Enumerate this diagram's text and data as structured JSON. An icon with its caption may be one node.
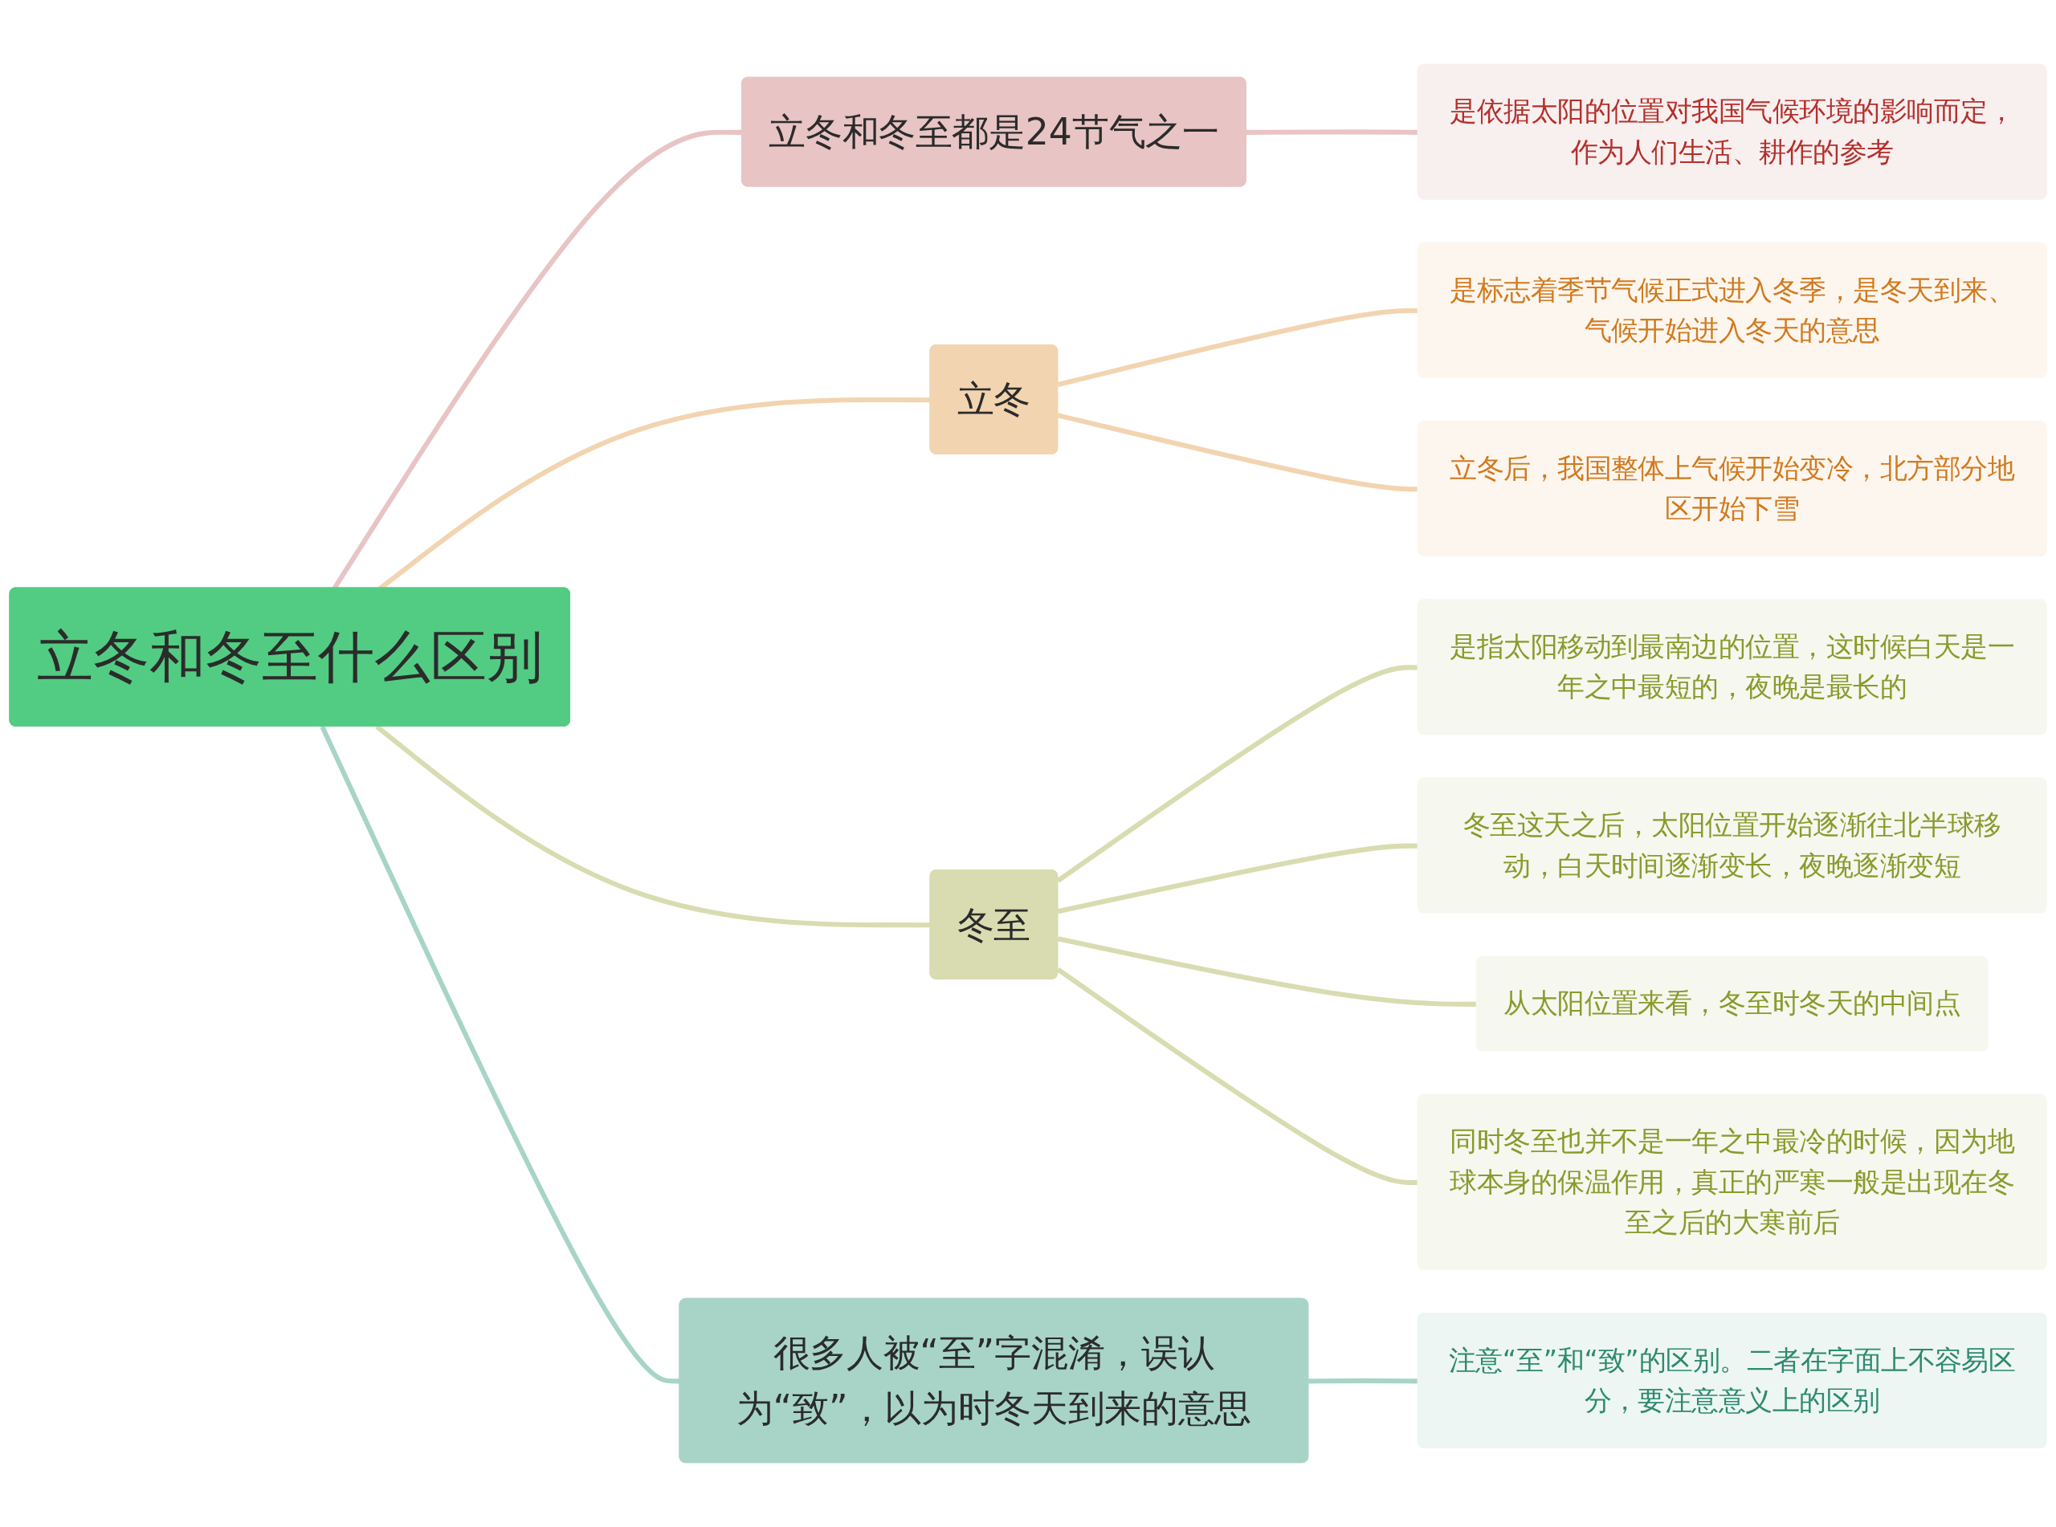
{
  "diagram": {
    "nodes": [
      {
        "text": [
          "立冬和冬至什么区别"
        ]
      },
      {
        "text": [
          "立冬和冬至都是24节气之一"
        ]
      },
      {
        "text": [
          "是依据太阳的位置对我国气候环境的影响而定，作为人们生活、耕作的参考"
        ]
      },
      {
        "text": [
          "立冬"
        ]
      },
      {
        "text": [
          "是标志着季节气候正式进入冬季，是冬天到来、气候开始进入冬天的意思"
        ]
      },
      {
        "text": [
          "立冬后，我国整体上气候开始变冷，北方部分地区开始下雪"
        ]
      },
      {
        "text": [
          "冬至"
        ]
      },
      {
        "text": [
          "是指太阳移动到最南边的位置，这时候白天是一年之中最短的，夜晚是最长的"
        ]
      },
      {
        "text": [
          "冬至这天之后，太阳位置开始逐渐往北半球移动，白天时间逐渐变长，夜晚逐渐变短"
        ]
      },
      {
        "text": [
          "从太阳位置来看，冬至时冬天的中间点"
        ]
      },
      {
        "text": [
          "同时冬至也并不是一年之中最冷的时候，因为地球本身的保温作用，真正的严寒一般是出现在冬至之后的大寒前后"
        ]
      },
      {
        "text": [
          "很多人被“至”字混淆，误认为“致”，以为时冬天到来的意思"
        ]
      },
      {
        "text": [
          "注意“至”和“致”的区别。二者在字面上不容易区分，要注意意义上的区别"
        ]
      }
    ],
    "edges": [
      {
        "from": 0,
        "to": 1,
        "arrow": "none",
        "color": "#e8c4c4"
      },
      {
        "from": 1,
        "to": 2,
        "arrow": "none",
        "color": "#e8c4c4"
      },
      {
        "from": 0,
        "to": 3,
        "arrow": "none",
        "color": "#f2d4b0"
      },
      {
        "from": 3,
        "to": 4,
        "arrow": "none",
        "color": "#f2d4b0"
      },
      {
        "from": 3,
        "to": 5,
        "arrow": "none",
        "color": "#f2d4b0"
      },
      {
        "from": 0,
        "to": 6,
        "arrow": "none",
        "color": "#d8dcb0"
      },
      {
        "from": 6,
        "to": 7,
        "arrow": "none",
        "color": "#d8dcb0"
      },
      {
        "from": 6,
        "to": 8,
        "arrow": "none",
        "color": "#d8dcb0"
      },
      {
        "from": 6,
        "to": 9,
        "arrow": "none",
        "color": "#d8dcb0"
      },
      {
        "from": 6,
        "to": 10,
        "arrow": "none",
        "color": "#d8dcb0"
      },
      {
        "from": 0,
        "to": 11,
        "arrow": "none",
        "color": "#a8d4c8"
      },
      {
        "from": 11,
        "to": 12,
        "arrow": "none",
        "color": "#a8d4c8"
      }
    ]
  }
}
